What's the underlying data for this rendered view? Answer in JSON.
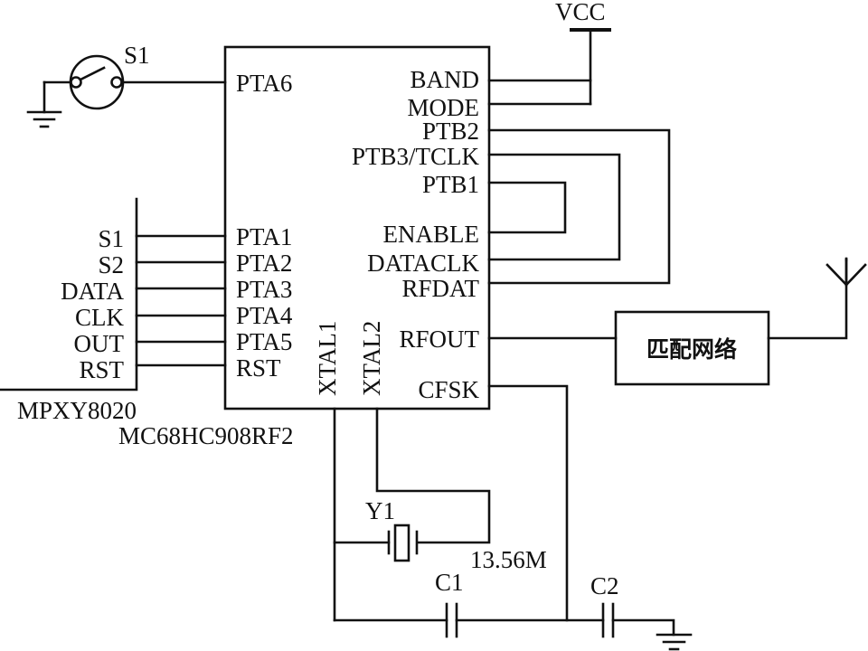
{
  "diagram": {
    "type": "circuit-schematic",
    "ink_color": "#111111",
    "background": "#ffffff",
    "power": {
      "label": "VCC"
    },
    "switch": {
      "label": "S1"
    },
    "mcu": {
      "part": "MC68HC908RF2",
      "left_pins": [
        "PTA6",
        "PTA1",
        "PTA2",
        "PTA3",
        "PTA4",
        "PTA5",
        "RST"
      ],
      "right_pins": [
        "BAND",
        "MODE",
        "PTB2",
        "PTB3/TCLK",
        "PTB1",
        "ENABLE",
        "DATACLK",
        "RFDAT",
        "RFOUT",
        "CFSK"
      ],
      "bottom_pins": [
        "XTAL1",
        "XTAL2"
      ]
    },
    "sensor": {
      "part": "MPXY8020",
      "pins": [
        "S1",
        "S2",
        "DATA",
        "CLK",
        "OUT",
        "RST"
      ]
    },
    "matching_network": {
      "label": "匹配网络"
    },
    "crystal": {
      "label": "Y1",
      "value": "13.56M"
    },
    "capacitors": [
      {
        "label": "C1"
      },
      {
        "label": "C2"
      }
    ],
    "connections": [
      [
        "S1",
        "PTA6"
      ],
      [
        "VCC",
        "BAND"
      ],
      [
        "VCC",
        "MODE"
      ],
      [
        "PTB2",
        "RFDAT"
      ],
      [
        "PTB3/TCLK",
        "DATACLK"
      ],
      [
        "PTB1",
        "ENABLE"
      ],
      [
        "MPXY8020.S1",
        "PTA1"
      ],
      [
        "MPXY8020.S2",
        "PTA2"
      ],
      [
        "MPXY8020.DATA",
        "PTA3"
      ],
      [
        "MPXY8020.CLK",
        "PTA4"
      ],
      [
        "MPXY8020.OUT",
        "PTA5"
      ],
      [
        "MPXY8020.RST",
        "RST"
      ],
      [
        "RFOUT",
        "匹配网络"
      ],
      [
        "匹配网络",
        "antenna"
      ],
      [
        "XTAL1",
        "Y1",
        "C1"
      ],
      [
        "XTAL2",
        "Y1"
      ],
      [
        "C1",
        "CFSK",
        "C2"
      ],
      [
        "C2",
        "GND"
      ]
    ]
  }
}
